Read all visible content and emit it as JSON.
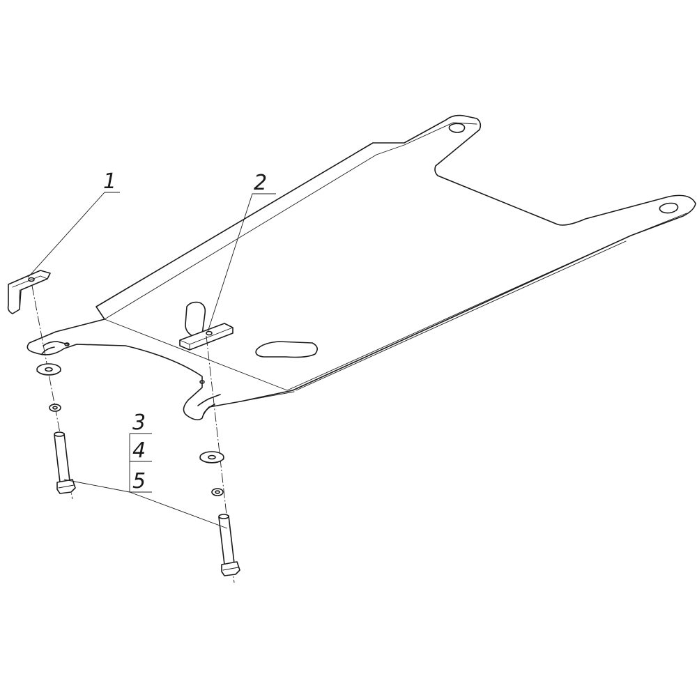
{
  "callouts": {
    "item1": "1",
    "item2": "2",
    "item3": "3",
    "item4": "4",
    "item5": "5"
  },
  "colors": {
    "line": "#1a1a1a",
    "background": "#ffffff"
  }
}
